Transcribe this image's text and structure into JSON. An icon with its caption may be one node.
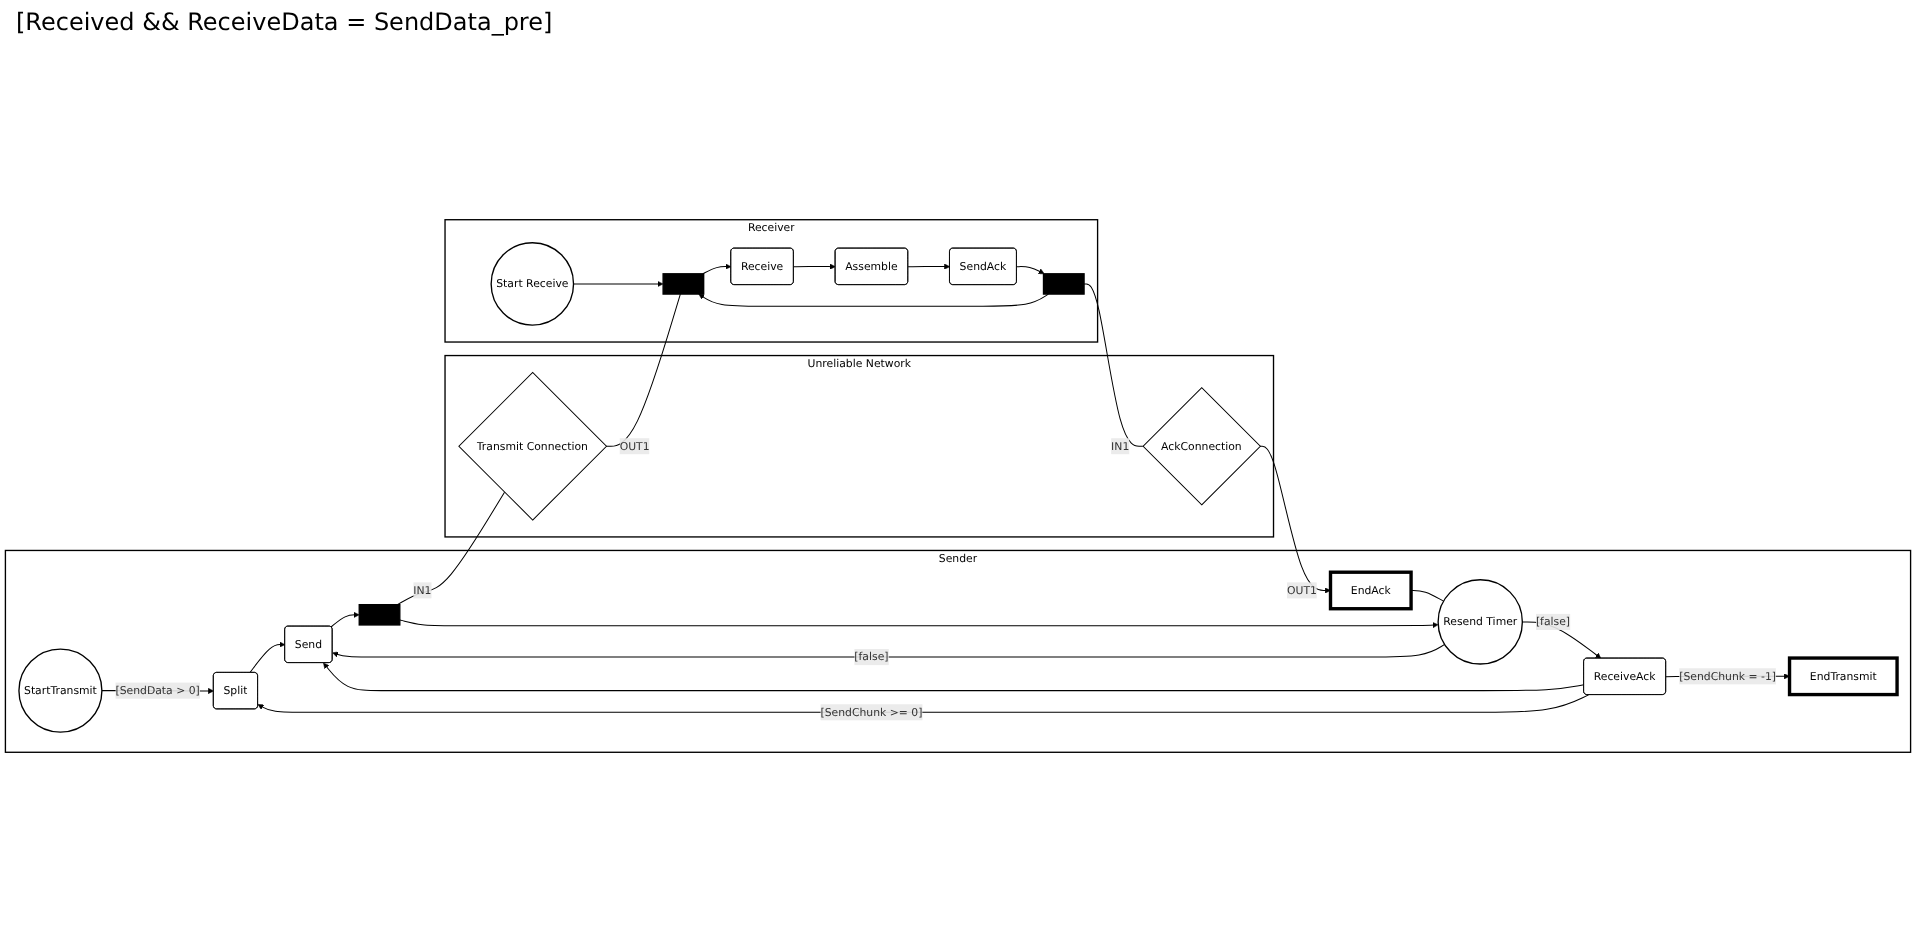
{
  "diagram": {
    "nodes": [
      {
        "text": [
          "Sender"
        ]
      },
      {
        "text": [
          "Unreliable Network"
        ]
      },
      {
        "text": [
          "Receiver"
        ]
      },
      {
        "text": [
          "StartTransmit"
        ],
        "in": 0
      },
      {
        "text": [
          "EndTransmit"
        ],
        "in": 0
      },
      {
        "text": [
          "Split"
        ],
        "in": 0
      },
      {
        "text": [
          "Send"
        ],
        "in": 0
      },
      {
        "text": [],
        "shape": "bar",
        "in": 0
      },
      {
        "text": [
          "Resend Timer"
        ],
        "in": 0
      },
      {
        "text": [
          "EndAck"
        ],
        "in": 0
      },
      {
        "text": [
          "ReceiveAck"
        ],
        "in": 0
      },
      {
        "text": [
          "Transmit Connection"
        ],
        "in": 1
      },
      {
        "text": [
          "AckConnection"
        ],
        "in": 1
      },
      {
        "text": [],
        "shape": "bar",
        "in": 2
      },
      {
        "text": [
          "Start Receive"
        ],
        "in": 2
      },
      {
        "text": [
          "Receive"
        ],
        "in": 2
      },
      {
        "text": [
          "Assemble"
        ],
        "in": 2
      },
      {
        "text": [],
        "shape": "bar",
        "in": 2
      },
      {
        "text": [
          "SendAck"
        ],
        "in": 2
      }
    ],
    "edges": [
      {
        "from": 3,
        "to": 5,
        "arrow": "to",
        "label": "[SendData > 0]"
      },
      {
        "from": 10,
        "to": 4,
        "arrow": "to",
        "label": "[SendChunk = -1]"
      },
      {
        "from": 10,
        "to": 5,
        "arrow": "to",
        "label": "[SendChunk >= 0]"
      },
      {
        "from": 5,
        "to": 6,
        "arrow": "to"
      },
      {
        "from": 10,
        "to": 6,
        "arrow": "to"
      },
      {
        "from": 6,
        "to": 7,
        "arrow": "to"
      },
      {
        "from": 7,
        "to": 11,
        "arrow": "none",
        "label": "IN1"
      },
      {
        "from": 7,
        "to": 8,
        "arrow": "to"
      },
      {
        "from": 8,
        "to": 6,
        "arrow": "to",
        "label": "[false]"
      },
      {
        "from": 8,
        "to": 10,
        "arrow": "to",
        "label": "[false]"
      },
      {
        "from": 11,
        "to": 13,
        "arrow": "none",
        "label": "OUT1"
      },
      {
        "from": 13,
        "to": 15,
        "arrow": "to"
      },
      {
        "from": 15,
        "to": 16,
        "arrow": "to"
      },
      {
        "from": 16,
        "to": 18,
        "arrow": "to"
      },
      {
        "from": 18,
        "to": 17,
        "arrow": "to"
      },
      {
        "from": 17,
        "to": 12,
        "arrow": "none",
        "label": "IN1"
      },
      {
        "from": 12,
        "to": 9,
        "arrow": "to",
        "label": "OUT1"
      },
      {
        "from": 9,
        "to": 8,
        "arrow": "none"
      },
      {
        "from": 17,
        "to": 13,
        "arrow": "to"
      },
      {
        "from": 14,
        "to": 13,
        "arrow": "to"
      }
    ],
    "labels": [
      "[Received && ReceiveData = SendData_pre]"
    ]
  }
}
